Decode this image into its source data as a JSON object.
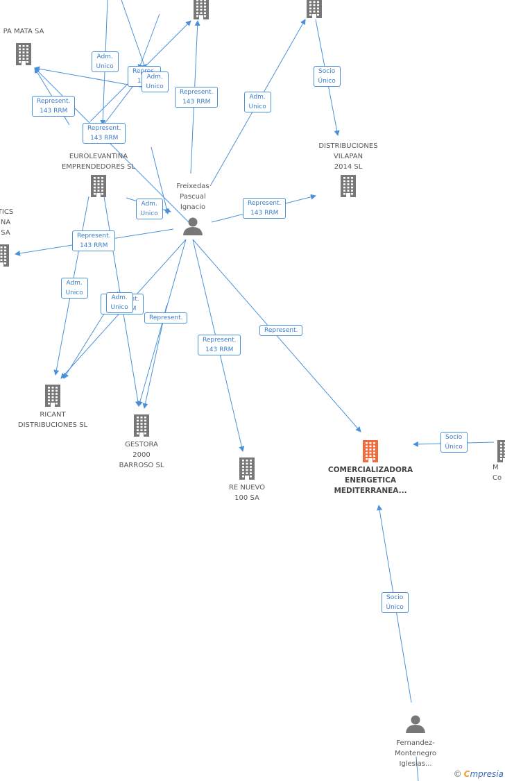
{
  "colors": {
    "edge": "#4a90d9",
    "building": "#777777",
    "highlight": "#f26a3a",
    "person": "#777777"
  },
  "nodes": [
    {
      "id": "n_pamata",
      "type": "building",
      "lines": [
        "PA MATA SA"
      ]
    },
    {
      "id": "n_top1",
      "type": "building",
      "lines": []
    },
    {
      "id": "n_top2",
      "type": "building",
      "lines": []
    },
    {
      "id": "n_dist_vilapan",
      "type": "building",
      "lines": [
        "DISTRIBUCIONES",
        "VILAPAN",
        "2014  SL"
      ]
    },
    {
      "id": "n_eurolev",
      "type": "building",
      "lines": [
        "EUROLEVANTINA",
        "EMPRENDEDORES SL"
      ]
    },
    {
      "id": "n_freixedas",
      "type": "person",
      "lines": [
        "Freixedas",
        "Pascual",
        "Ignacio"
      ]
    },
    {
      "id": "n_tics",
      "type": "building",
      "lines": [
        "TICS",
        "NA",
        "SA"
      ]
    },
    {
      "id": "n_ricant",
      "type": "building",
      "lines": [
        "RICANT",
        "DISTRIBUCIONES SL"
      ]
    },
    {
      "id": "n_gestora",
      "type": "building",
      "lines": [
        "GESTORA",
        "2000",
        "BARROSO SL"
      ]
    },
    {
      "id": "n_renuevo",
      "type": "building",
      "lines": [
        "RE NUEVO",
        "100 SA"
      ]
    },
    {
      "id": "n_comercializadora",
      "type": "building",
      "highlight": true,
      "lines": [
        "COMERCIALIZADORA",
        "ENERGETICA",
        "MEDITERRANEA..."
      ]
    },
    {
      "id": "n_right",
      "type": "building",
      "lines": [
        "M",
        "Co"
      ]
    },
    {
      "id": "n_fernandez",
      "type": "person",
      "lines": [
        "Fernandez-",
        "Montenegro",
        "Iglesias..."
      ]
    }
  ],
  "edge_labels": [
    [
      "Adm.",
      "Unico"
    ],
    [
      "Repres.",
      "14..."
    ],
    [
      "Adm.",
      "Unico"
    ],
    [
      "Represent.",
      "143 RRM"
    ],
    [
      "Represent.",
      "143 RRM"
    ],
    [
      "Socio",
      "Único"
    ],
    [
      "Adm.",
      "Unico"
    ],
    [
      "Represent.",
      "143 RRM"
    ],
    [
      "Adm.",
      "Unico"
    ],
    [
      "Represent.",
      "143 RRM"
    ],
    [
      "Represent.",
      "143 RRM"
    ],
    [
      "Adm.",
      "Unico"
    ],
    [
      "Represent.",
      "143 RRM"
    ],
    [
      "Adm.",
      "Unico"
    ],
    [
      "Represent."
    ],
    [
      "Represent.",
      "143 RRM"
    ],
    [
      "Represent."
    ],
    [
      "Socio",
      "Único"
    ],
    [
      "Socio",
      "Único"
    ]
  ],
  "watermark": {
    "copy": "©",
    "e": "C",
    "brand": "mpresia"
  }
}
